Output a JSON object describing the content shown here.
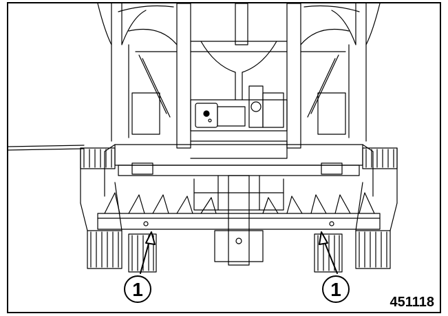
{
  "figure": {
    "number": "451118",
    "callouts": [
      {
        "label": "1"
      },
      {
        "label": "1"
      }
    ]
  }
}
